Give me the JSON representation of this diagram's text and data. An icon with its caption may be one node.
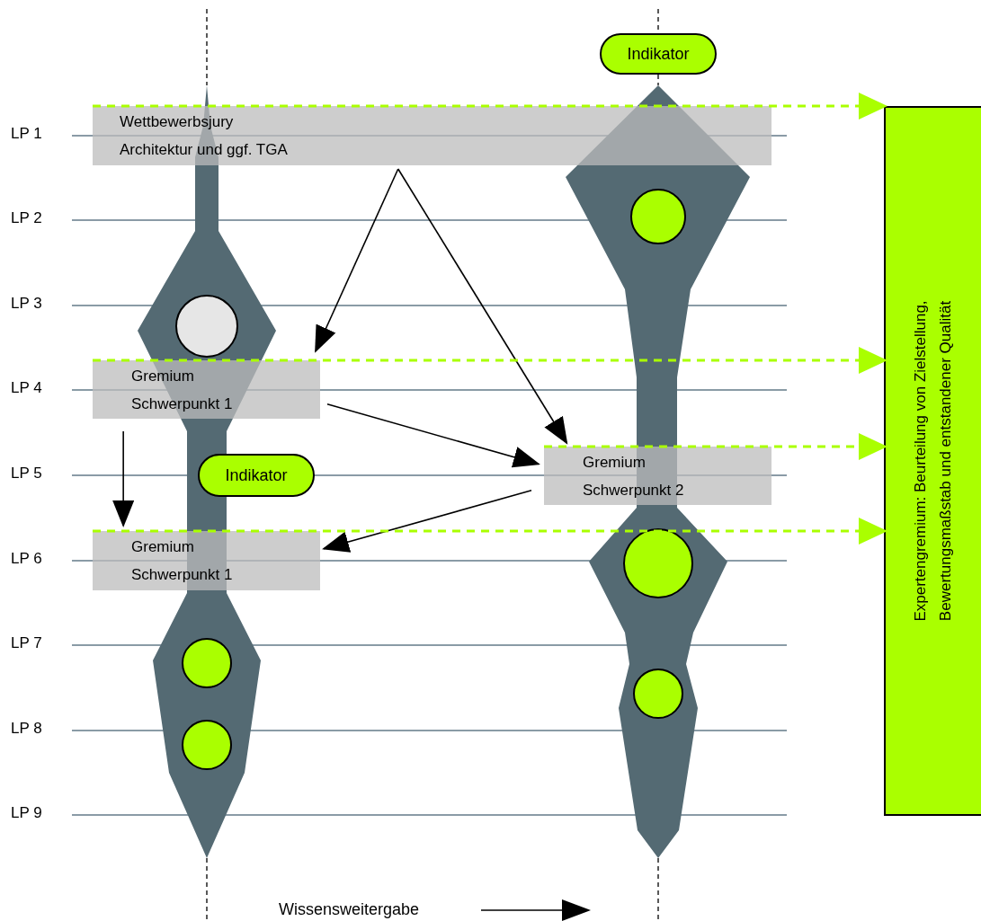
{
  "diagram": {
    "nodes": [
      {
        "text": [
          "Wettbewerbsjury",
          "Architektur und ggf. TGA"
        ]
      },
      {
        "text": [
          "Gremium",
          "Schwerpunkt 1"
        ]
      },
      {
        "text": [
          "Gremium",
          "Schwerpunkt 2"
        ]
      },
      {
        "text": [
          "Gremium",
          "Schwerpunkt 1"
        ]
      },
      {
        "text": [
          "Indikator"
        ]
      },
      {
        "text": [
          "Indikator"
        ]
      },
      {
        "text": [
          "Expertengremium: Beurteilung von Zielstellung, Bewertungsmaßstab und entstandener Qualität"
        ]
      }
    ],
    "edges": [
      {
        "from": 0,
        "to": 1,
        "arrow": "to"
      },
      {
        "from": 0,
        "to": 2,
        "arrow": "to"
      },
      {
        "from": 1,
        "to": 2,
        "arrow": "to"
      },
      {
        "from": 2,
        "to": 3,
        "arrow": "to"
      },
      {
        "from": 1,
        "to": 3,
        "arrow": "to"
      },
      {
        "from": 0,
        "to": 6,
        "arrow": "to",
        "style": "dashed",
        "color": "#aaff00"
      },
      {
        "from": 1,
        "to": 6,
        "arrow": "to",
        "style": "dashed",
        "color": "#aaff00"
      },
      {
        "from": 2,
        "to": 6,
        "arrow": "to",
        "style": "dashed",
        "color": "#aaff00"
      },
      {
        "from": 3,
        "to": 6,
        "arrow": "to",
        "style": "dashed",
        "color": "#aaff00"
      }
    ],
    "labels": [
      "LP 1",
      "LP 2",
      "LP 3",
      "LP 4",
      "LP 5",
      "LP 6",
      "LP 7",
      "LP 8",
      "LP 9",
      "Wissensweitergabe"
    ]
  }
}
